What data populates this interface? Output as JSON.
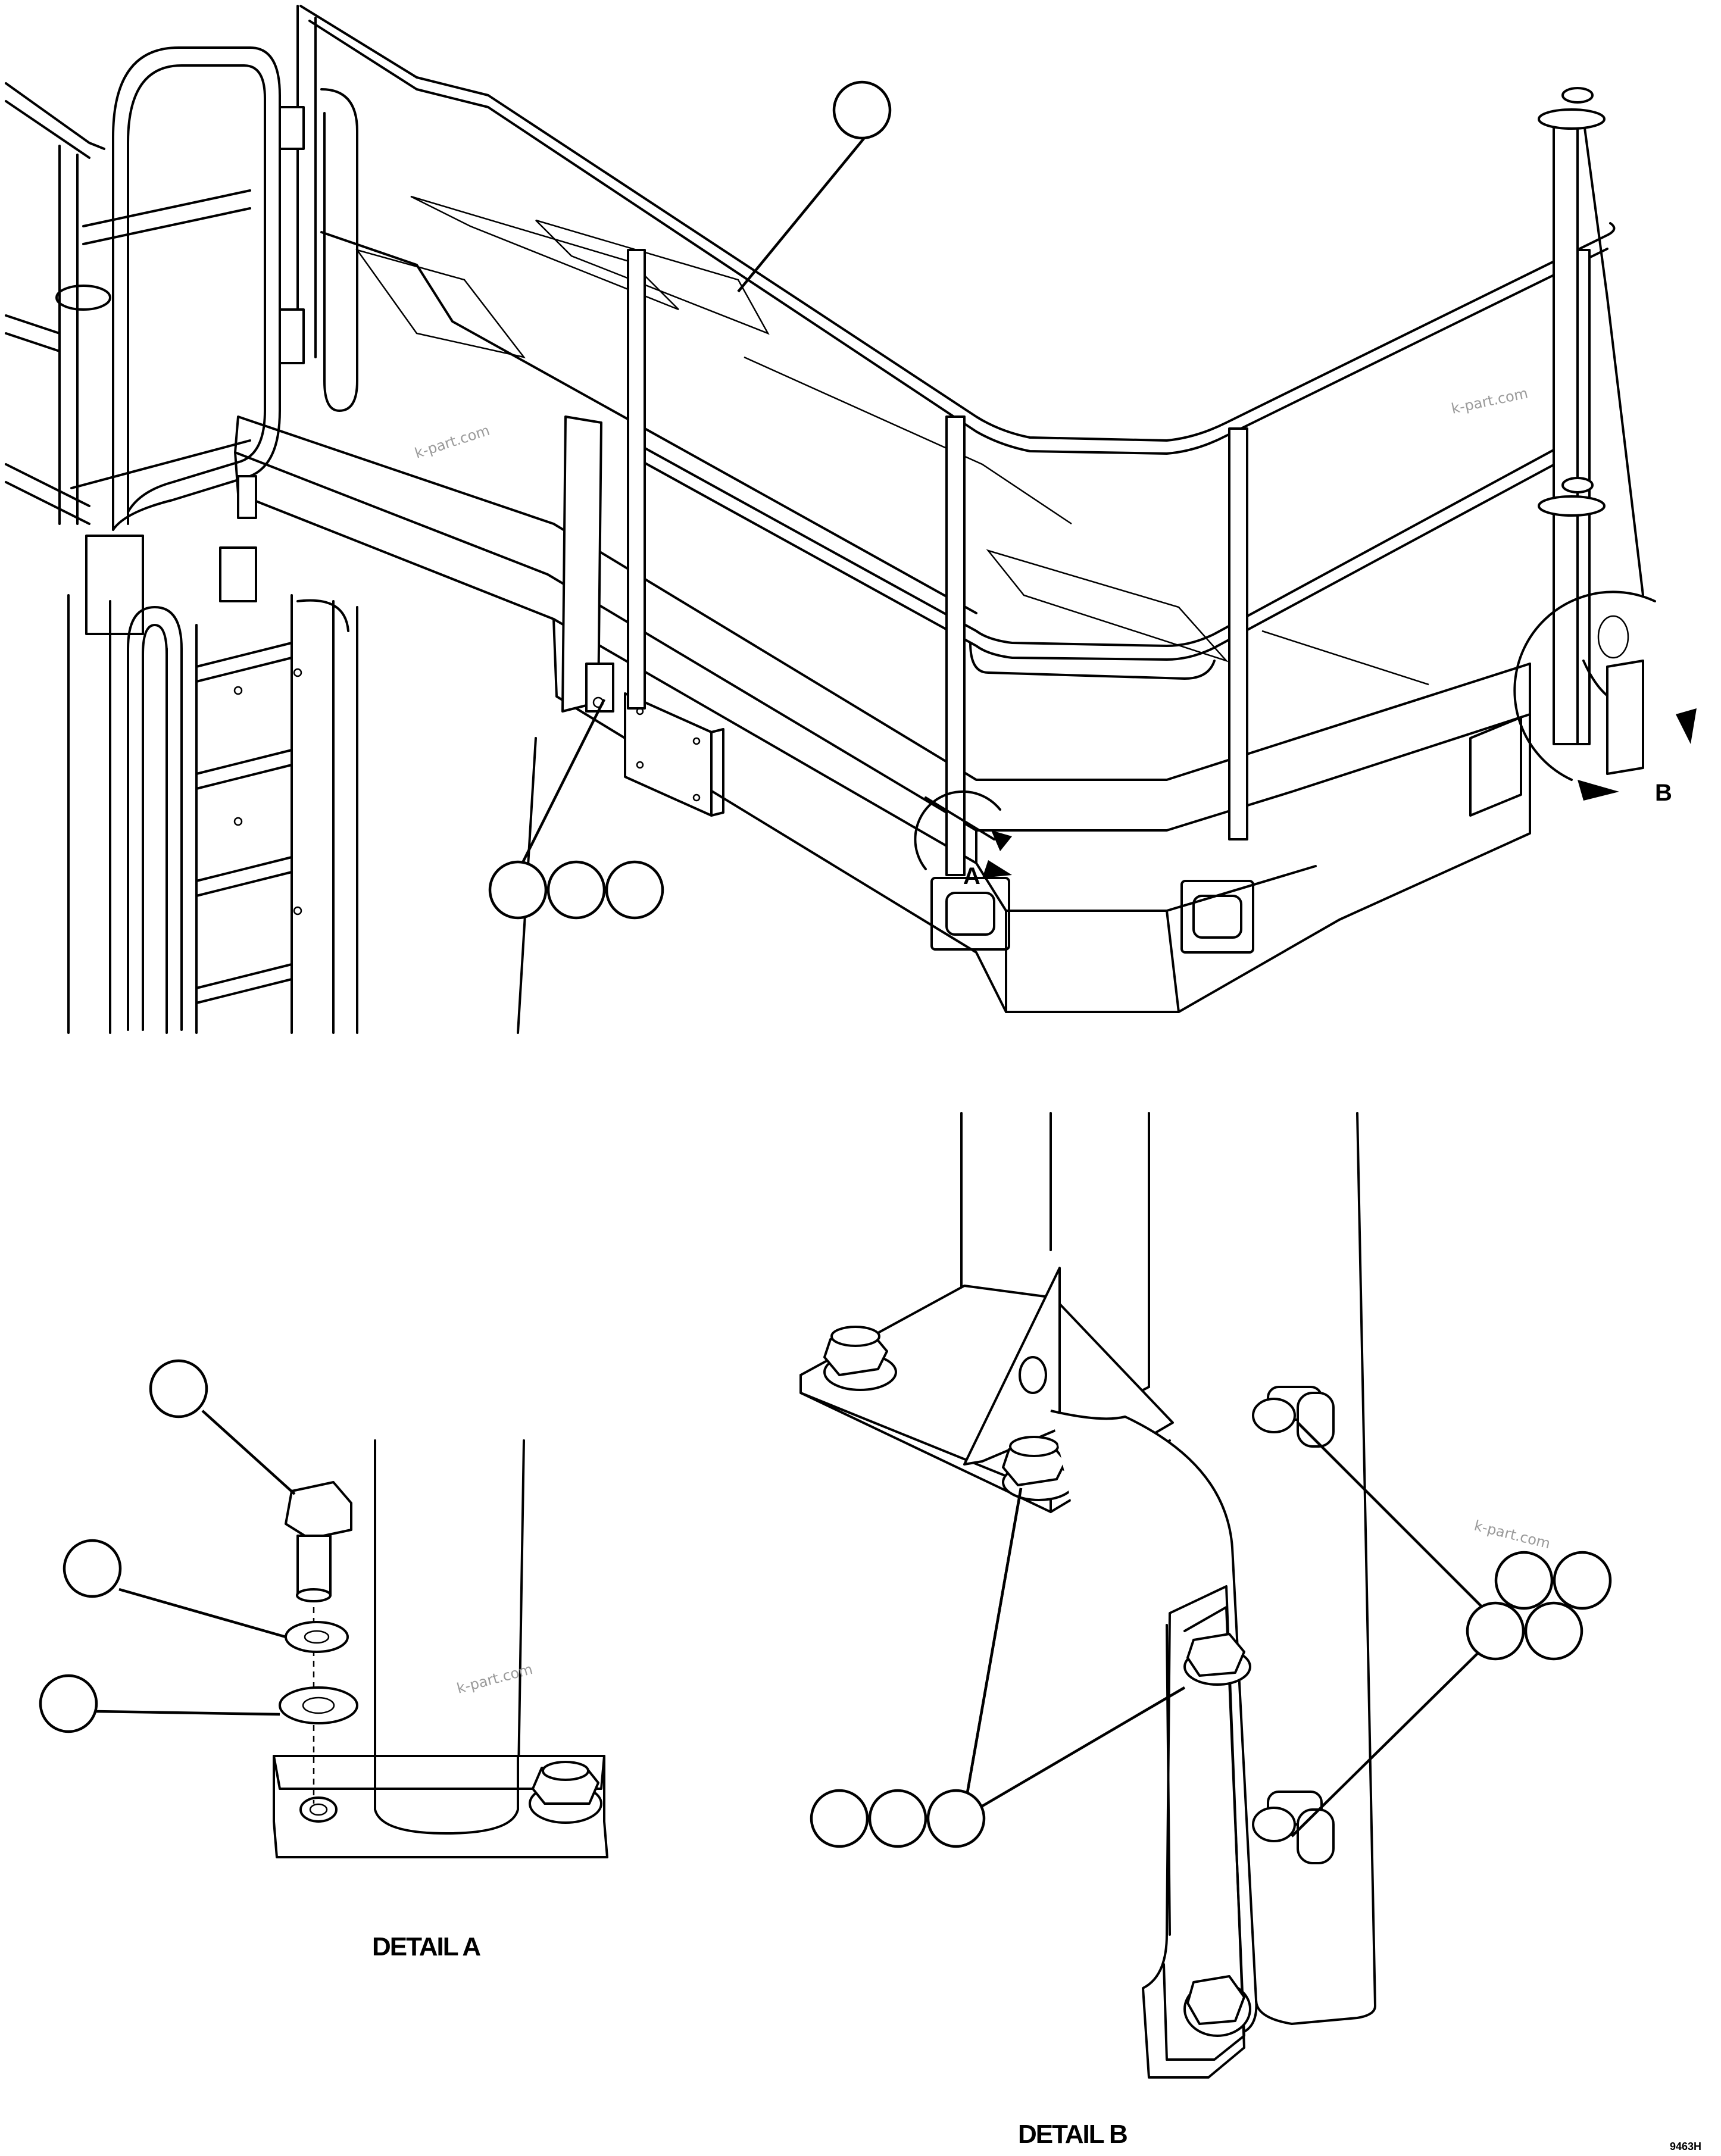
{
  "detail_a": {
    "title": "DETAIL A",
    "marker": "A"
  },
  "detail_b": {
    "title": "DETAIL B",
    "marker": "B"
  },
  "watermark": "k-part.com",
  "drawing_id": "9463H"
}
